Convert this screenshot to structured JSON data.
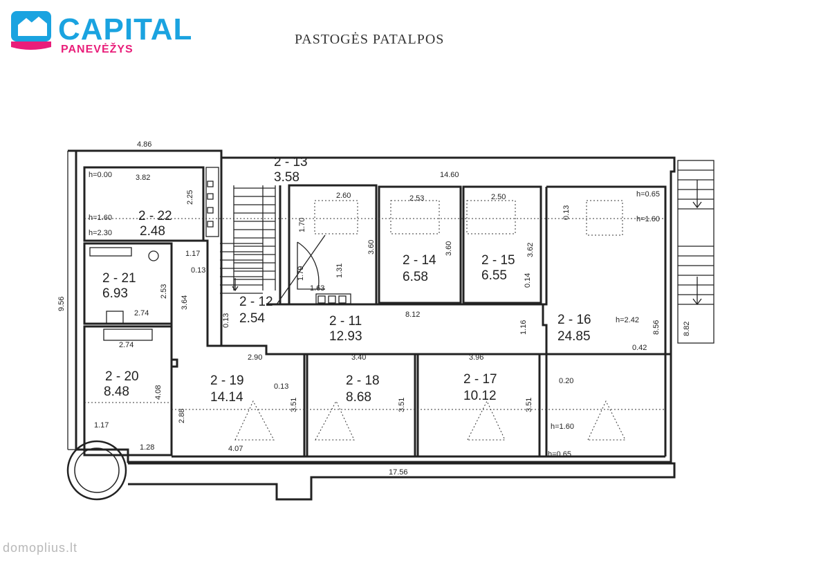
{
  "brand": {
    "name": "CAPITAL",
    "city": "PANEVĖŽYS",
    "colors": {
      "primary": "#1aa3e0",
      "accent": "#e91e7a"
    }
  },
  "title": "PASTOGĖS   PATALPOS",
  "watermark": "domoplius.lt",
  "rooms": [
    {
      "id": "2 - 22",
      "area": "2.48"
    },
    {
      "id": "2 - 21",
      "area": "6.93"
    },
    {
      "id": "2 - 20",
      "area": "8.48"
    },
    {
      "id": "2 - 19",
      "area": "14.14"
    },
    {
      "id": "2 - 18",
      "area": "8.68"
    },
    {
      "id": "2 - 17",
      "area": "10.12"
    },
    {
      "id": "2 - 16",
      "area": "24.85"
    },
    {
      "id": "2 - 15",
      "area": "6.55"
    },
    {
      "id": "2 - 14",
      "area": "6.58"
    },
    {
      "id": "2 - 13",
      "area": "3.58"
    },
    {
      "id": "2 - 12",
      "area": "2.54"
    },
    {
      "id": "2 - 11",
      "area": "12.93"
    }
  ],
  "dimensions": [
    "4.86",
    "14.60",
    "3.82",
    "2.25",
    "1.17",
    "0.13",
    "2.53",
    "3.64",
    "2.74",
    "2.74",
    "9.56",
    "4.08",
    "1.17",
    "1.28",
    "2.88",
    "2.90",
    "3.40",
    "3.96",
    "0.13",
    "3.51",
    "3.51",
    "3.51",
    "4.07",
    "0.20",
    "17.56",
    "2.60",
    "1.70",
    "1.79",
    "1.31",
    "1.63",
    "3.60",
    "2.53",
    "3.60",
    "2.50",
    "3.62",
    "0.14",
    "0.13",
    "8.12",
    "1.16",
    "0.13",
    "8.56",
    "8.82",
    "0.42"
  ],
  "heights": [
    "h=0.00",
    "h=1.60",
    "h=2.30",
    "h=0.65",
    "h=1.60",
    "h=2.42",
    "h=1.60",
    "h=0.65"
  ]
}
